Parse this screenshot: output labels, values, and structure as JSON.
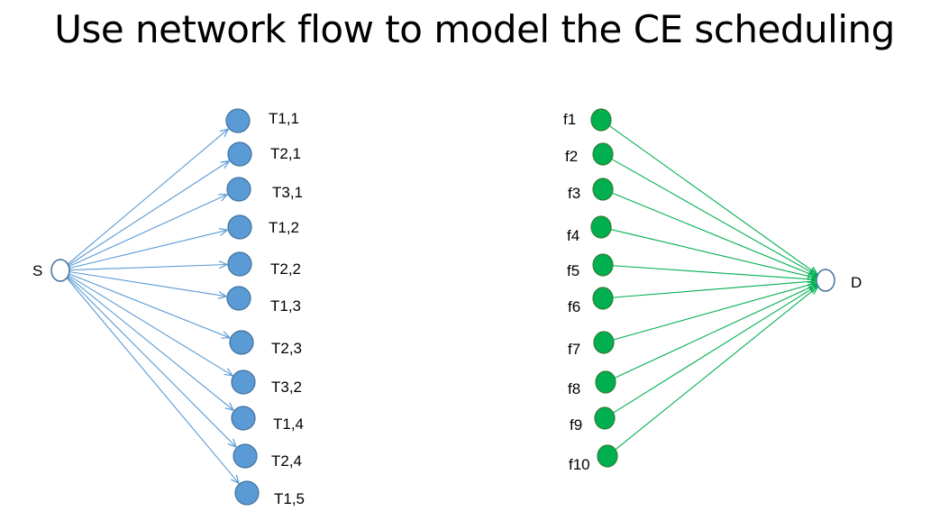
{
  "title": "Use network flow to model the CE scheduling",
  "source": {
    "label": "S"
  },
  "sink": {
    "label": "D"
  },
  "tasks": [
    "T1,1",
    "T2,1",
    "T3,1",
    "T1,2",
    "T2,2",
    "T1,3",
    "T2,3",
    "T3,2",
    "T1,4",
    "T2,4",
    "T1,5"
  ],
  "flows": [
    "f1",
    "f2",
    "f3",
    "f4",
    "f5",
    "f6",
    "f7",
    "f8",
    "f9",
    "f10"
  ],
  "colors": {
    "task_node": "#5b9bd5",
    "task_stroke": "#41719c",
    "task_edge": "#5b9bd5",
    "flow_node": "#00b050",
    "flow_stroke": "#2e7d32",
    "flow_edge": "#00b050",
    "endpoint_stroke": "#41719c"
  }
}
